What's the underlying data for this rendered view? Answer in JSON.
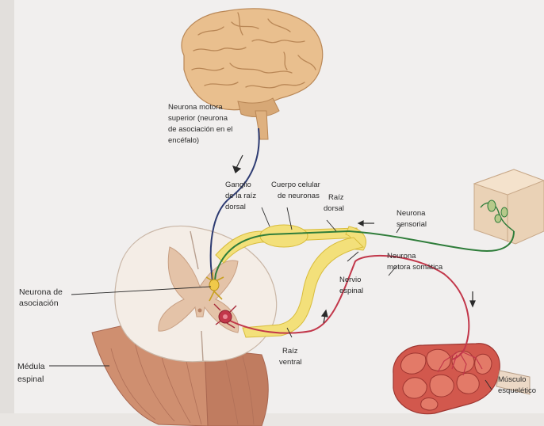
{
  "labels": {
    "upper_motor": [
      "Neurona motora",
      "superior (neurona",
      "de asociación en el",
      "encéfalo)"
    ],
    "dorsal_ganglion": [
      "Ganglio",
      "de la raíz",
      "dorsal"
    ],
    "cell_body": [
      "Cuerpo celular",
      "de neuronas"
    ],
    "dorsal_root": [
      "Raíz",
      "dorsal"
    ],
    "sensory_neuron": [
      "Neurona",
      "sensorial"
    ],
    "somatic_motor": [
      "Neurona",
      "motora somática"
    ],
    "spinal_nerve": [
      "Nervio",
      "espinal"
    ],
    "association_neuron": [
      "Neurona de",
      "asociación"
    ],
    "ventral_root": [
      "Raíz",
      "ventral"
    ],
    "spinal_cord": [
      "Médula",
      "espinal"
    ],
    "skeletal_muscle": [
      "Músculo",
      "esquelético"
    ]
  },
  "colors": {
    "background": "#f1efee",
    "brain": "#e9bf8e",
    "cord_white": "#f4ede6",
    "cord_gray": "#e4c3a8",
    "cord_cut": "#cf8f70",
    "nerve_yellow": "#f3e07a",
    "sensory_path": "#2f7d3a",
    "motor_path": "#c2374a",
    "upper_motor_path": "#2d3b72",
    "muscle": "#d2584d",
    "skin": "#ead2b6"
  }
}
